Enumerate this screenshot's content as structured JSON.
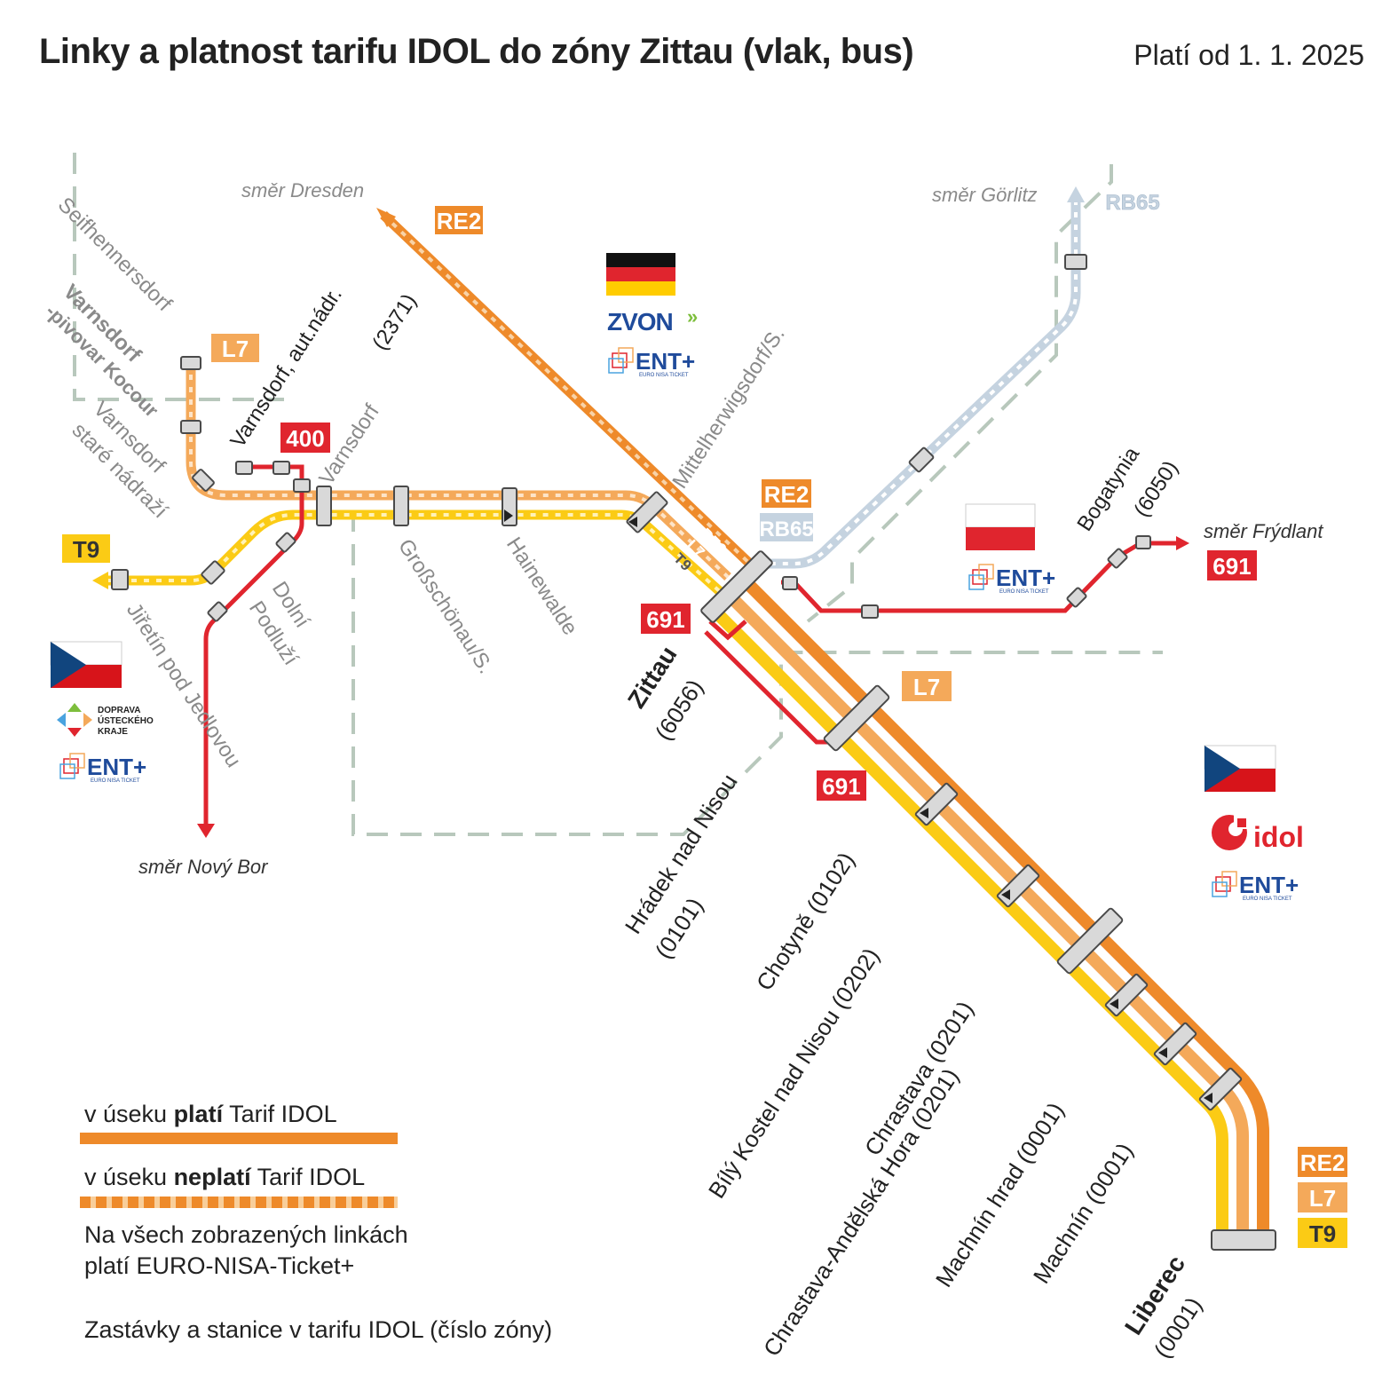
{
  "header": {
    "title": "Linky a platnost tarifu IDOL do zóny Zittau (vlak, bus)",
    "valid_from": "Platí od 1. 1. 2025"
  },
  "directions": {
    "dresden": "směr Dresden",
    "gorlitz": "směr Görlitz",
    "frydlant": "směr Frýdlant",
    "novy_bor": "směr Nový Bor"
  },
  "line_badges": {
    "re2": "RE2",
    "rb65": "RB65",
    "l7": "L7",
    "t9": "T9",
    "b691": "691",
    "b400": "400"
  },
  "stations": {
    "seifhennersdorf": "Seifhennersdorf",
    "varnsdorf_kocour_1": "Varnsdorf",
    "varnsdorf_kocour_2": "-pivovar Kocour",
    "varnsdorf_stare_1": "Varnsdorf",
    "varnsdorf_stare_2": "staré nádraží",
    "varnsdorf_bus_1": "Varnsdorf, aut.nádr.",
    "varnsdorf_bus_2": "(2371)",
    "varnsdorf_de": "Varnsdorf",
    "grossschonau": "Großschönau/S.",
    "hainewalde": "Hainewalde",
    "mittelherwigsdorf": "Mittelherwigsdorf/S.",
    "dolni_podluzi_1": "Dolní",
    "dolni_podluzi_2": "Podluží",
    "jiretin": "Jiřetín pod Jedlovou",
    "zittau_1": "Zittau",
    "zittau_2": "(6056)",
    "bogatynia_1": "Bogatynia",
    "bogatynia_2": "(6050)",
    "hradek_1": "Hrádek nad Nisou",
    "hradek_2": "(0101)",
    "chotyne": "Chotyně (0102)",
    "bily_kostel": "Bílý Kostel nad Nisou (0202)",
    "chrastava": "Chrastava (0201)",
    "chrastava_andelska": "Chrastava-Andělská Hora (0201)",
    "machnin_hrad": "Machnín hrad (0001)",
    "machnin": "Machnín (0001)",
    "liberec_1": "Liberec",
    "liberec_2": "(0001)"
  },
  "logos": {
    "zvon": "ZVON",
    "ent": "ENT+",
    "ent_sub": "EURO NISA TICKET",
    "idol": "idol",
    "duk_1": "DOPRAVA",
    "duk_2": "ÚSTECKÉHO",
    "duk_3": "KRAJE"
  },
  "legend": {
    "valid_pre": "v úseku ",
    "valid_bold": "platí",
    "valid_post": " Tarif IDOL",
    "invalid_pre": "v úseku ",
    "invalid_bold": "neplatí",
    "invalid_post": " Tarif IDOL",
    "ent_note_1": "Na všech zobrazených linkách",
    "ent_note_2": "platí EURO-NISA-Ticket+",
    "stops_note": "Zastávky a stanice v tarifu IDOL (číslo zóny)"
  },
  "colors": {
    "re2": "#EE8A2A",
    "l7": "#F4A95A",
    "t9": "#FBCB15",
    "rb65": "#C5D3E0",
    "bus": "#E0252E",
    "border": "#B8C8BC",
    "station_fill": "#D9D9D9",
    "station_stroke": "#4A4A4A"
  }
}
